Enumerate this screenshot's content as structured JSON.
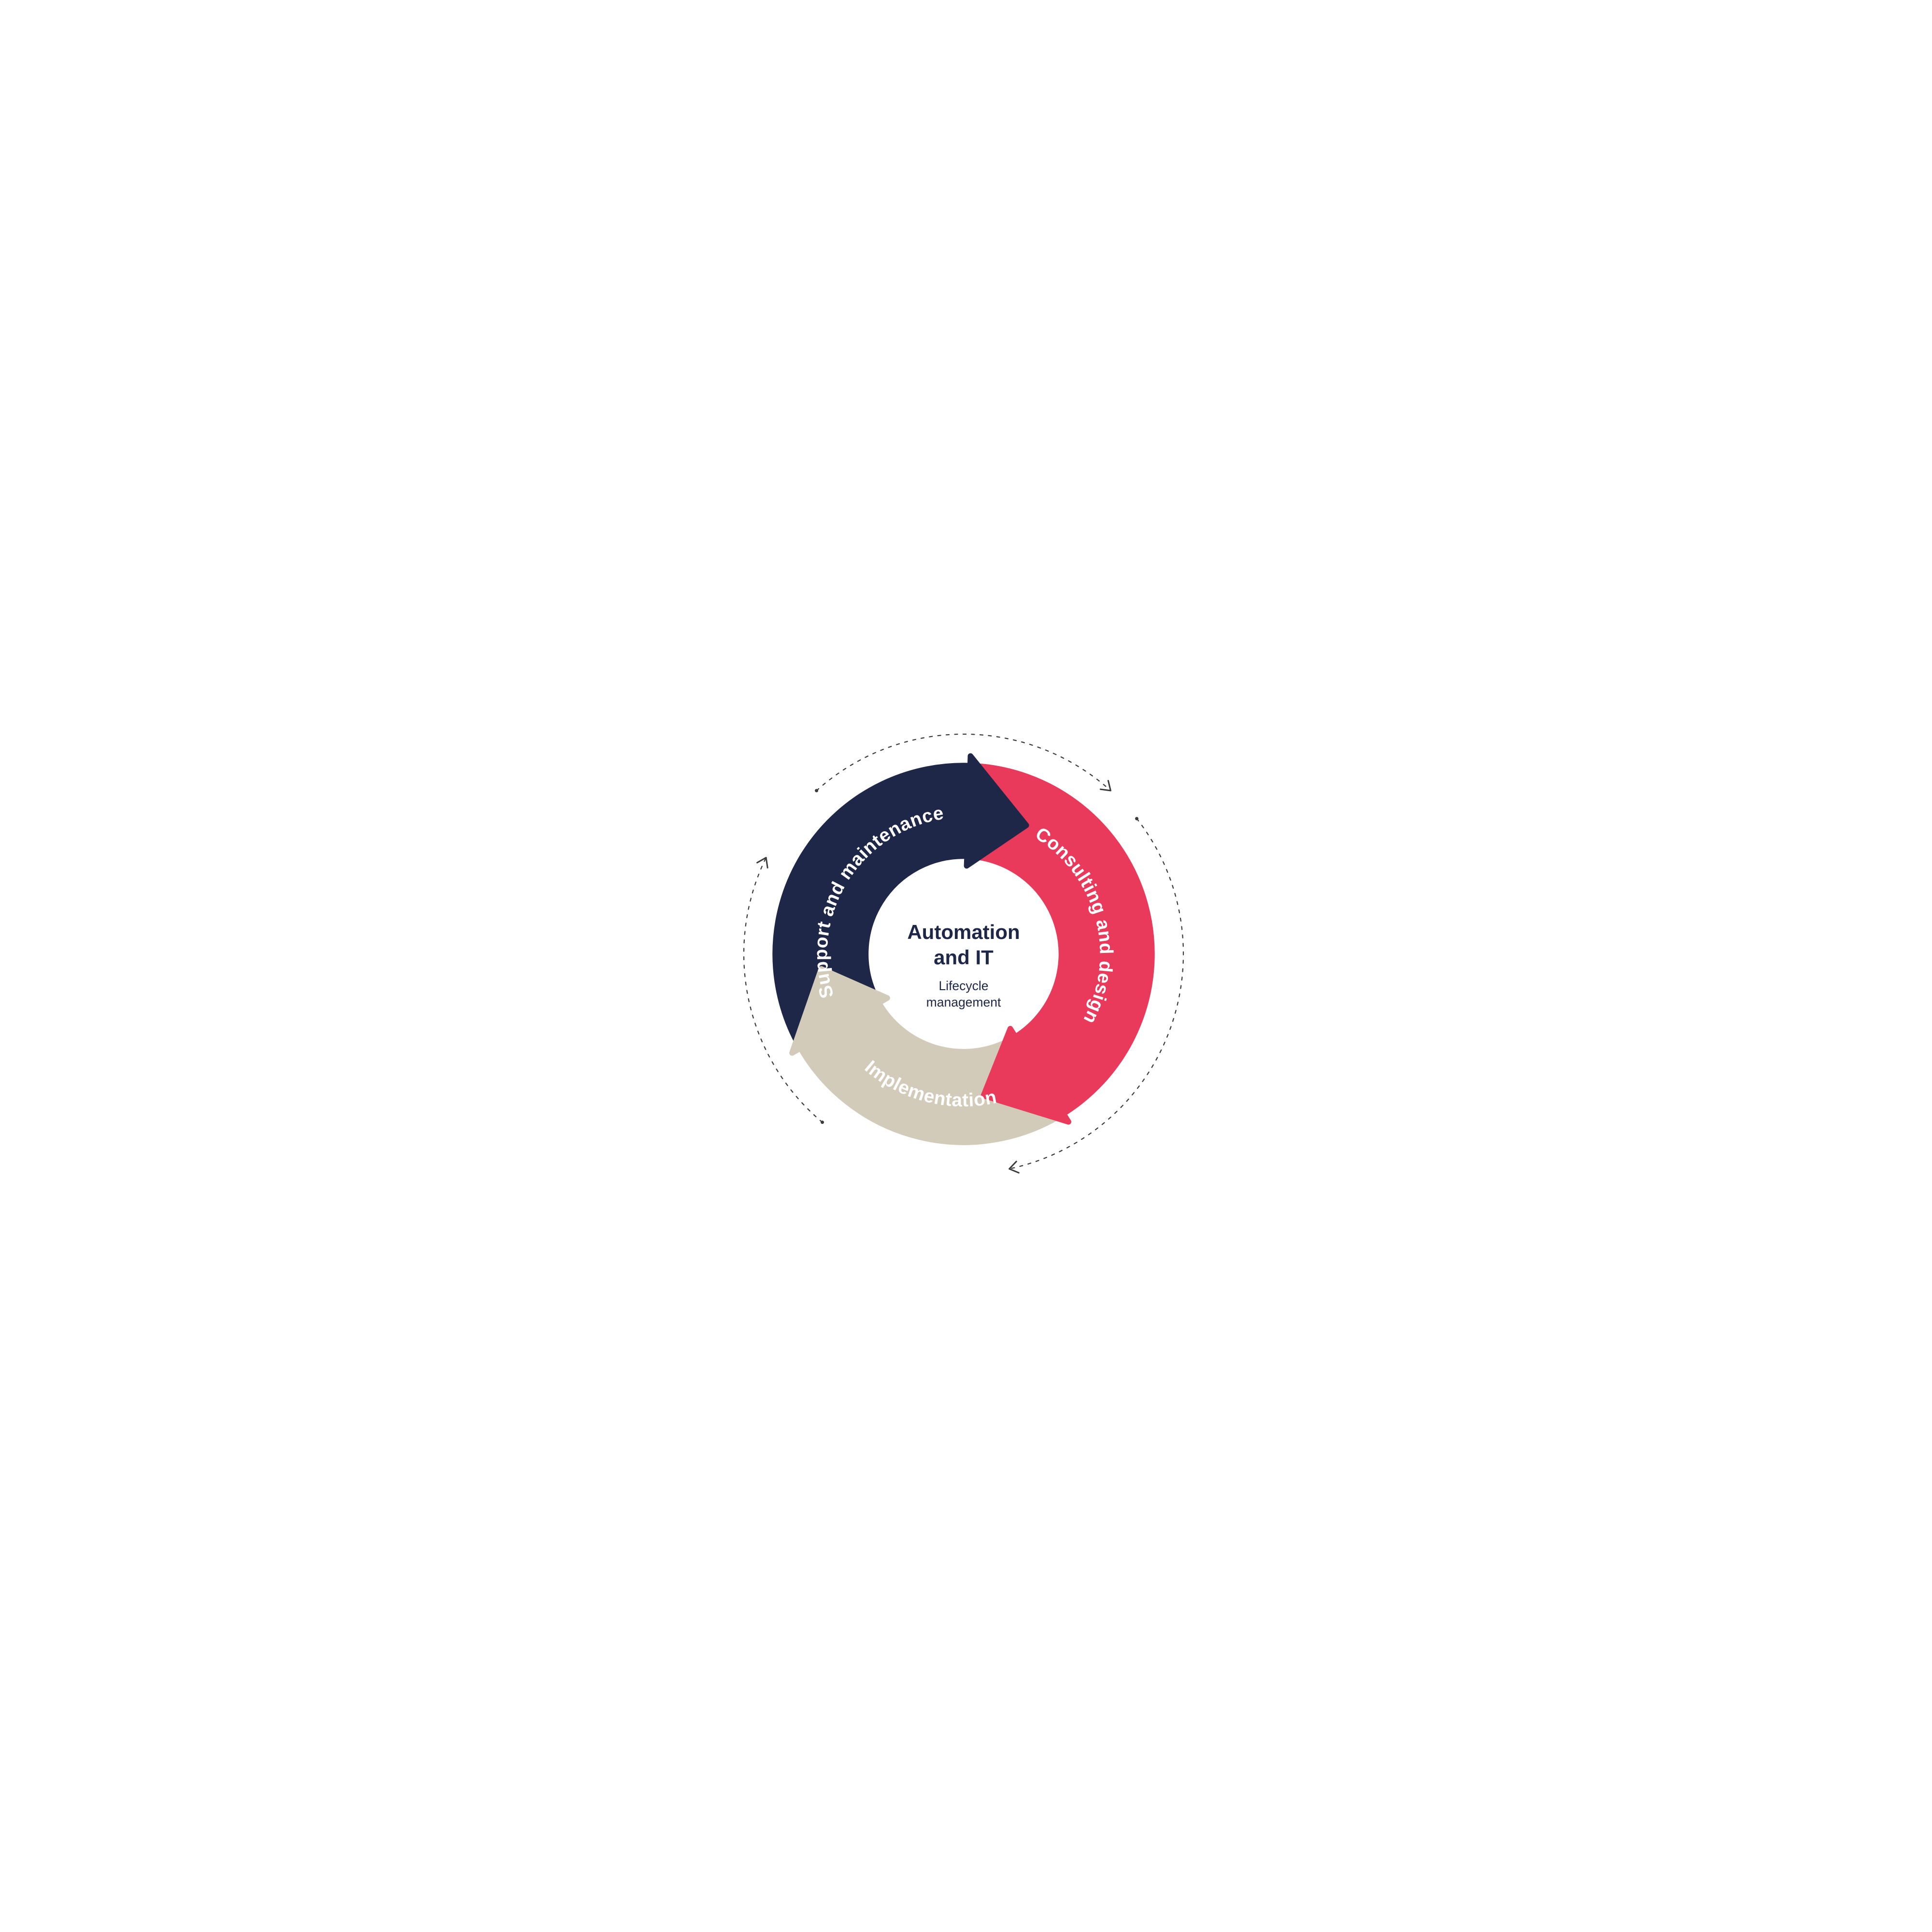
{
  "diagram": {
    "center": {
      "title_line1": "Automation",
      "title_line2": "and IT",
      "subtitle_line1": "Lifecycle",
      "subtitle_line2": "management"
    },
    "colors": {
      "navy": "#1F2749",
      "red": "#E93A5C",
      "beige": "#D3CBB9",
      "label_text": "#FFFFFF",
      "dashed": "#3C3C3C",
      "background": "#FFFFFF"
    },
    "segments": [
      {
        "id": "support",
        "label": "Support and maintenance",
        "color": "#1F2749",
        "start_deg": 242,
        "end_deg": 362,
        "tip_deg": 386
      },
      {
        "id": "consulting",
        "label": "Consulting and design",
        "color": "#E93A5C",
        "start_deg": 2,
        "end_deg": 148,
        "tip_deg": 172
      },
      {
        "id": "implementation",
        "label": "Implementation",
        "color": "#D3CBB9",
        "start_deg": 148,
        "end_deg": 240,
        "tip_deg": 264
      }
    ],
    "dashed_arcs": [
      {
        "start_deg": 318,
        "end_deg": 402
      },
      {
        "start_deg": 52,
        "end_deg": 168
      },
      {
        "start_deg": 220,
        "end_deg": 296
      }
    ]
  }
}
